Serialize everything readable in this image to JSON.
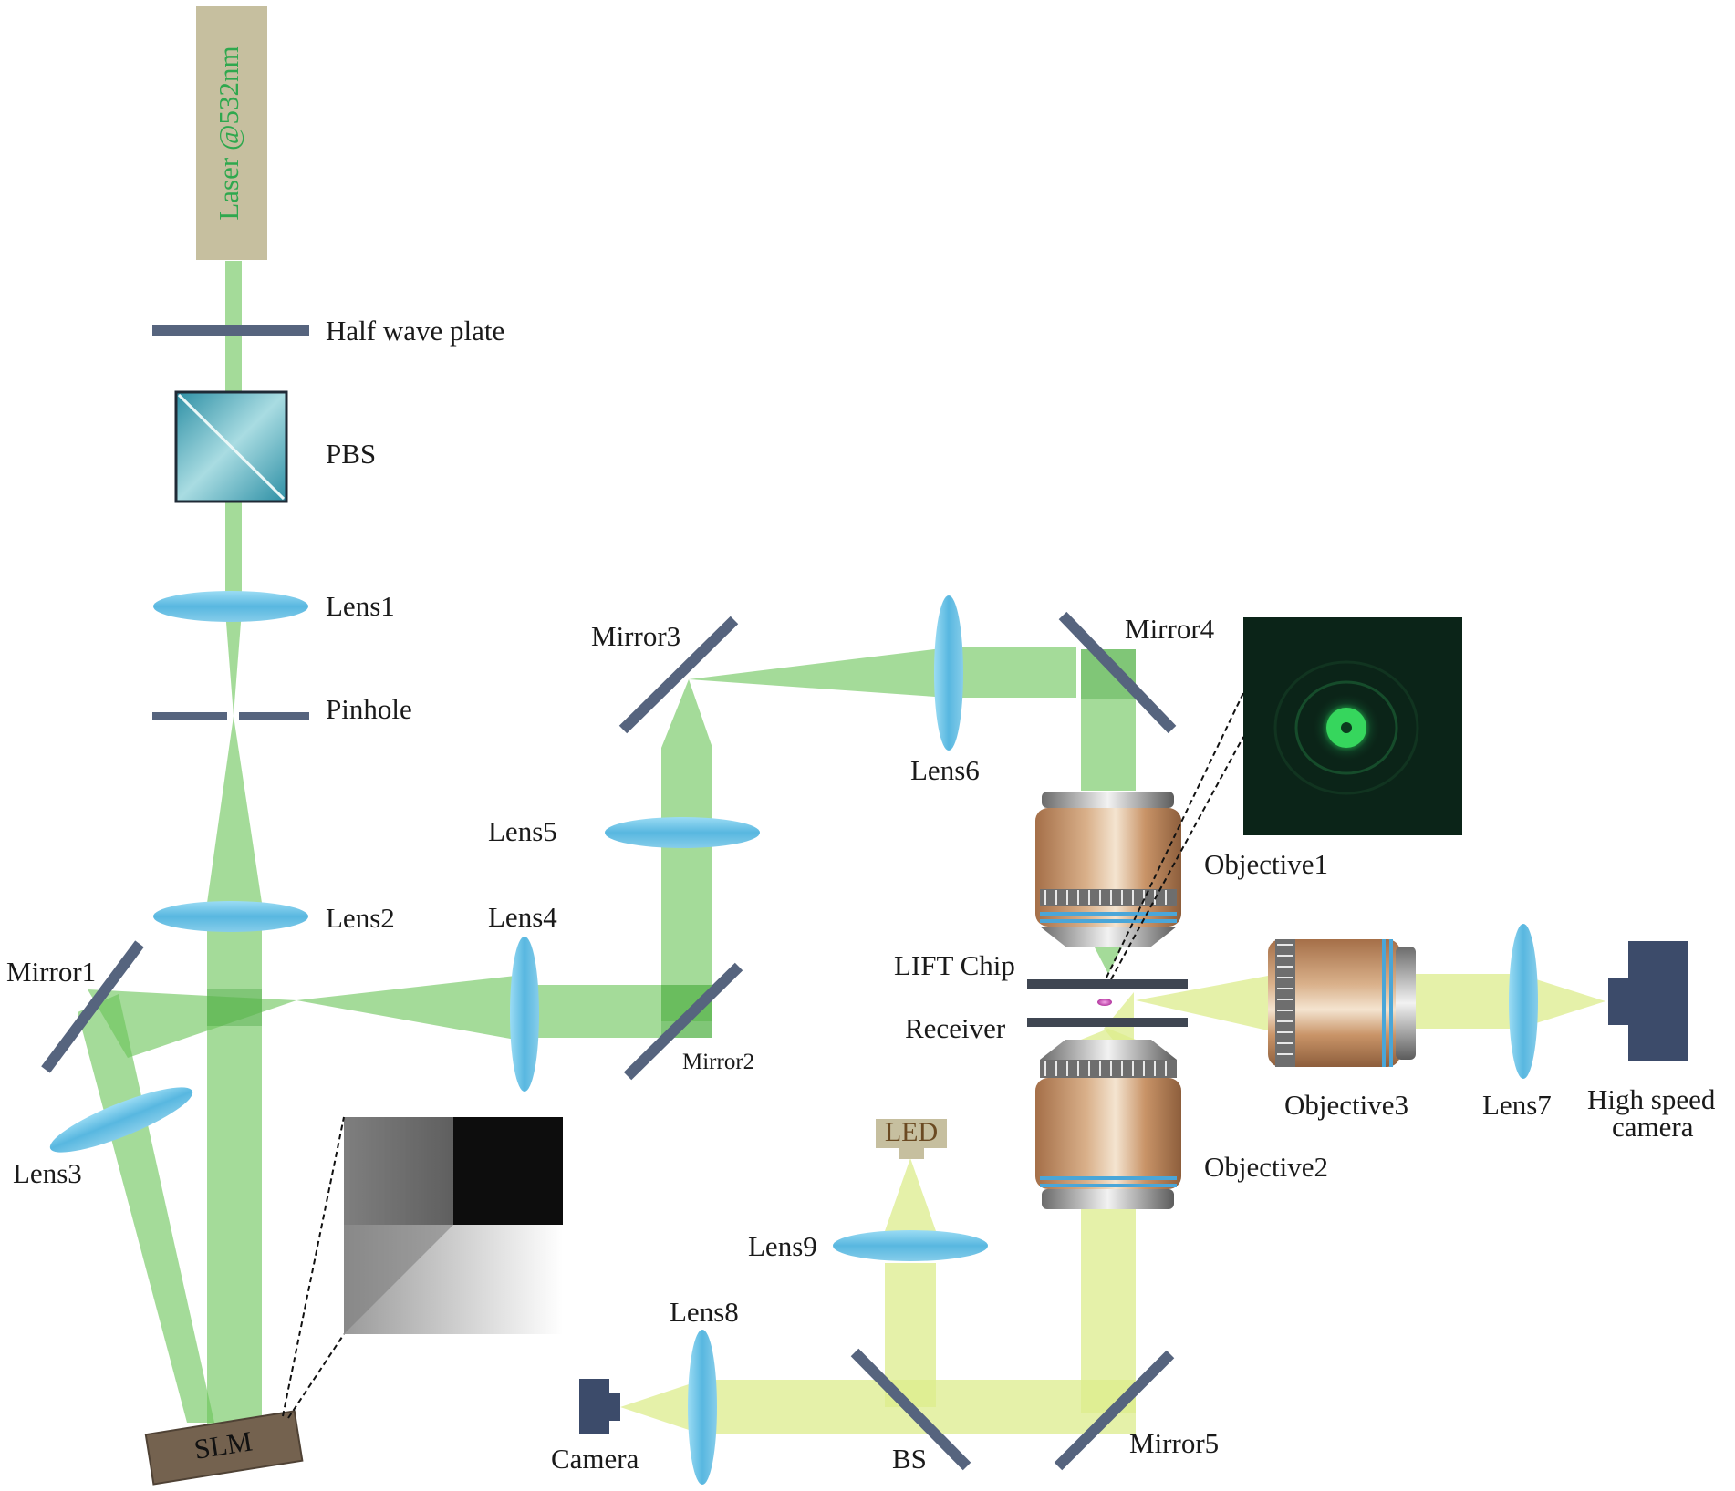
{
  "laser": {
    "label": "Laser @532nm"
  },
  "labels": {
    "half_wave_plate": "Half wave plate",
    "pbs": "PBS",
    "lens1": "Lens1",
    "pinhole": "Pinhole",
    "lens2": "Lens2",
    "mirror1": "Mirror1",
    "lens3": "Lens3",
    "slm": "SLM",
    "lens4": "Lens4",
    "mirror2": "Mirror2",
    "lens5": "Lens5",
    "mirror3": "Mirror3",
    "lens6": "Lens6",
    "mirror4": "Mirror4",
    "objective1": "Objective1",
    "lift_chip": "LIFT Chip",
    "receiver": "Receiver",
    "objective2": "Objective2",
    "objective3": "Objective3",
    "lens7": "Lens7",
    "high_speed_camera_line1": "High speed",
    "high_speed_camera_line2": "camera",
    "led": "LED",
    "lens9": "Lens9",
    "lens8": "Lens8",
    "camera": "Camera",
    "bs": "BS",
    "mirror5": "Mirror5"
  },
  "colors": {
    "laser_beam": "#6cc55a",
    "illumination_beam": "#dcec8c",
    "optic_blue": "#6fc3e4",
    "mirror_slate": "#56647e",
    "laser_body": "#c6bf9f",
    "laser_text": "#2fa84e",
    "objective_bronze": "#c4916a",
    "slm_body": "#74624f",
    "camera_body": "#3c4b6a"
  }
}
